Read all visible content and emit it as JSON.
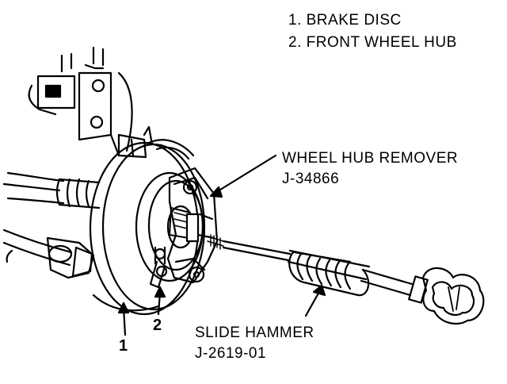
{
  "legend": {
    "item_1": "1.  BRAKE DISC",
    "item_2": "2.  FRONT WHEEL HUB"
  },
  "callouts": {
    "remover_name": "WHEEL HUB REMOVER",
    "remover_tool": "J-34866",
    "hammer_name": "SLIDE HAMMER",
    "hammer_tool": "J-2619-01",
    "num_1": "1",
    "num_2": "2"
  },
  "colors": {
    "ink": "#000000",
    "paper": "#ffffff"
  }
}
